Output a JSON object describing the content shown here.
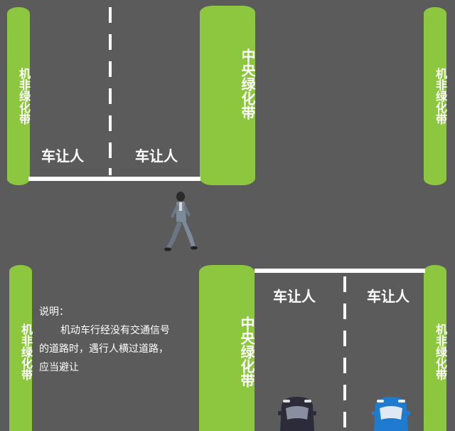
{
  "labels": {
    "side_belt": "机非绿化带",
    "center_belt": "中央绿化带",
    "yield_mark": "车让人"
  },
  "note": {
    "title": "说明：",
    "body_line1": "机动车行经没有交通信号",
    "body_line2": "的道路时，遇行人横过道路，",
    "body_line3": "应当避让"
  },
  "colors": {
    "road": "#5b5b5b",
    "green_belt": "#8dc63f",
    "marking": "#ffffff",
    "car_dark": "#2b2b3a",
    "car_blue": "#1f7bd0"
  }
}
